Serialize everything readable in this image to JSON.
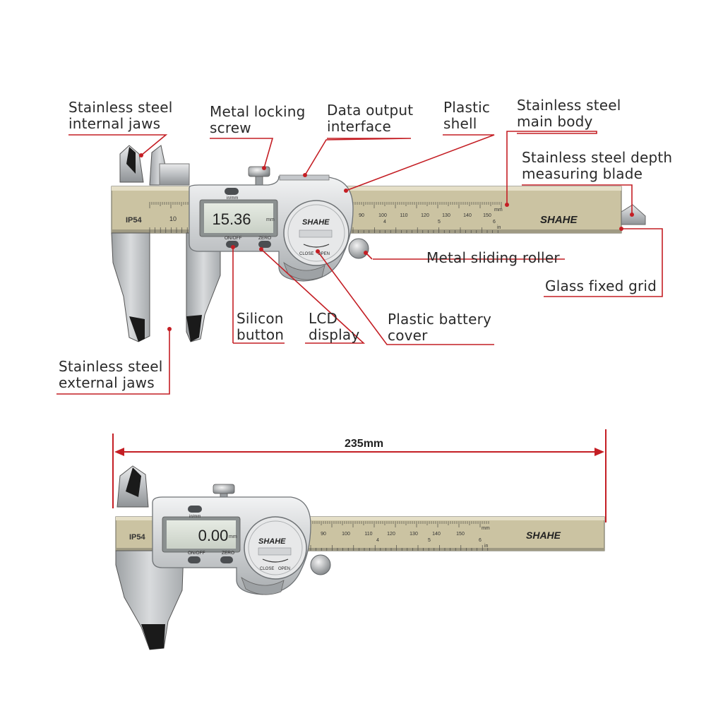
{
  "labels": {
    "internal_jaws": [
      "Stainless steel",
      "internal jaws"
    ],
    "locking_screw": [
      "Metal locking",
      "screw"
    ],
    "data_output": [
      "Data output",
      "interface"
    ],
    "plastic_shell": [
      "Plastic",
      "shell"
    ],
    "main_body": [
      "Stainless steel",
      "main body"
    ],
    "depth_blade": [
      "Stainless steel depth",
      "measuring blade"
    ],
    "sliding_roller": [
      "Metal sliding roller"
    ],
    "glass_grid": [
      "Glass fixed grid"
    ],
    "silicon_button": [
      "Silicon",
      "button"
    ],
    "lcd_display": [
      "LCD",
      "display"
    ],
    "battery_cover": [
      "Plastic battery",
      "cover"
    ],
    "external_jaws": [
      "Stainless steel",
      "external jaws"
    ]
  },
  "dimension": {
    "length": "235mm"
  },
  "device": {
    "brand": "SHAHE",
    "ip_rating": "IP54",
    "unit_toggle": "in/mm",
    "onoff": "ON/OFF",
    "zero": "ZERO",
    "close": "CLOSE",
    "open": "OPEN",
    "unit_mm": "mm",
    "unit_in": "in",
    "scale_mm": [
      "90",
      "100",
      "110",
      "120",
      "130",
      "140",
      "150"
    ],
    "scale_in": [
      "4",
      "5",
      "6"
    ],
    "scale_left": "10",
    "top_reading": "15.36",
    "bottom_reading": "0.00",
    "reading_unit": "mm"
  },
  "colors": {
    "leader": "#c41e24",
    "scale": "#cfc7a6",
    "steel": "#bfc1c3",
    "text": "#2a2a2a"
  }
}
